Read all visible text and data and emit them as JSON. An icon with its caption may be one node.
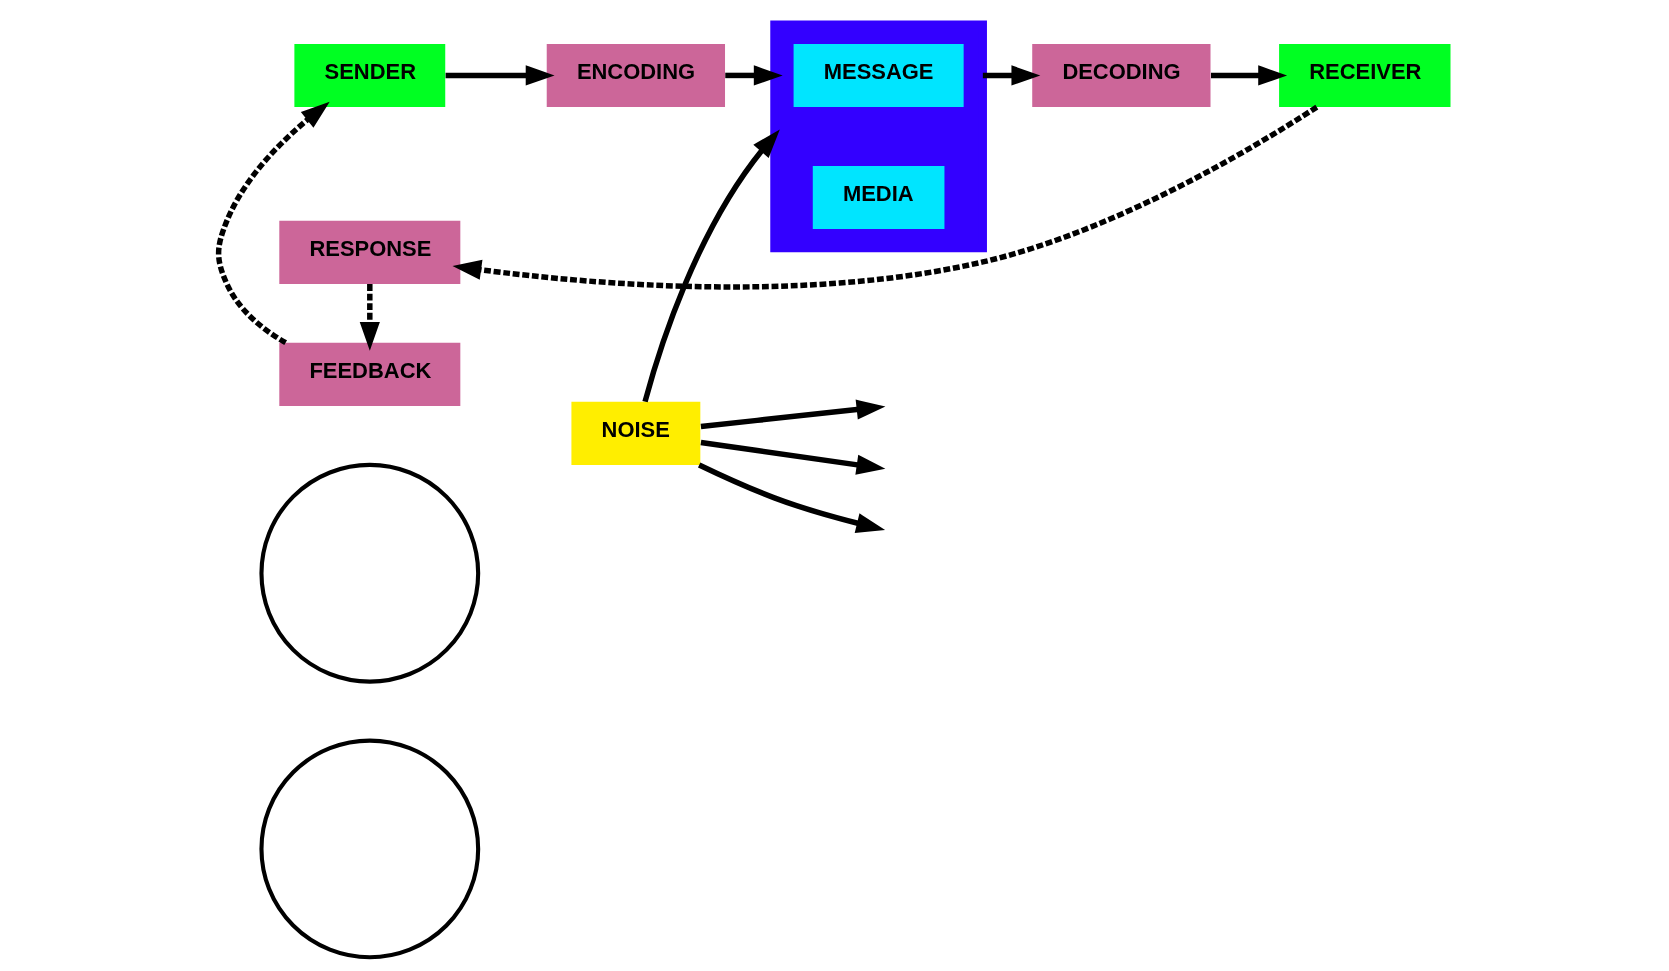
{
  "diagram": {
    "nodes": [
      {
        "text": [],
        "shape": "circle"
      },
      {
        "text": [],
        "shape": "circle"
      },
      {
        "text": [
          "SENDER"
        ]
      },
      {
        "text": [
          "ENCODING"
        ]
      },
      {
        "text": [],
        "shape": "box"
      },
      {
        "text": [
          "MESSAGE"
        ],
        "in": 4
      },
      {
        "text": [
          "MEDIA"
        ],
        "in": 4
      },
      {
        "text": [
          "DECODING"
        ]
      },
      {
        "text": [
          "RECEIVER"
        ]
      },
      {
        "text": [
          "NOISE"
        ]
      },
      {
        "text": [
          "FEEDBACK"
        ]
      },
      {
        "text": [
          "RESPONSE"
        ]
      }
    ],
    "edges": [
      {
        "from": 2,
        "to": 3,
        "arrow": "to"
      },
      {
        "from": 3,
        "to": 4,
        "arrow": "to"
      },
      {
        "from": 4,
        "to": 7,
        "arrow": "to"
      },
      {
        "from": 7,
        "to": 8,
        "arrow": "to"
      },
      {
        "from": 9,
        "to": 4,
        "arrow": "to"
      },
      {
        "from": 9,
        "to": null,
        "arrow": "to"
      },
      {
        "from": 9,
        "to": null,
        "arrow": "to"
      },
      {
        "from": 9,
        "to": null,
        "arrow": "to"
      },
      {
        "from": 8,
        "to": 11,
        "arrow": "to",
        "style": "dashed"
      },
      {
        "from": 11,
        "to": 10,
        "arrow": "to",
        "style": "dashed"
      },
      {
        "from": 10,
        "to": 2,
        "arrow": "to",
        "style": "dashed"
      }
    ]
  }
}
